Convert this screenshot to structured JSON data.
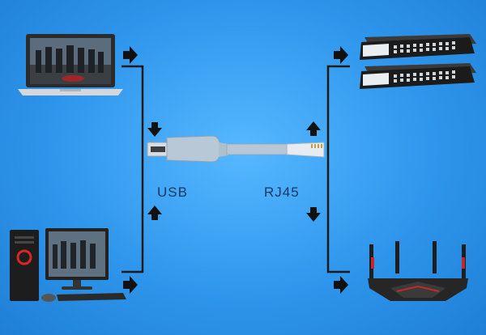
{
  "labels": {
    "usb": "USB",
    "rj45": "RJ45"
  },
  "devices": [
    {
      "name": "laptop",
      "icon": "laptop-icon"
    },
    {
      "name": "desktop-pc",
      "icon": "desktop-pc-icon"
    },
    {
      "name": "network-switches",
      "icon": "network-switch-icon"
    },
    {
      "name": "router",
      "icon": "router-icon"
    }
  ],
  "colors": {
    "background": "#2e96ec",
    "connector_lines": "#1a1a1a",
    "arrows": "#111111",
    "cable": "#b7c7d6"
  }
}
